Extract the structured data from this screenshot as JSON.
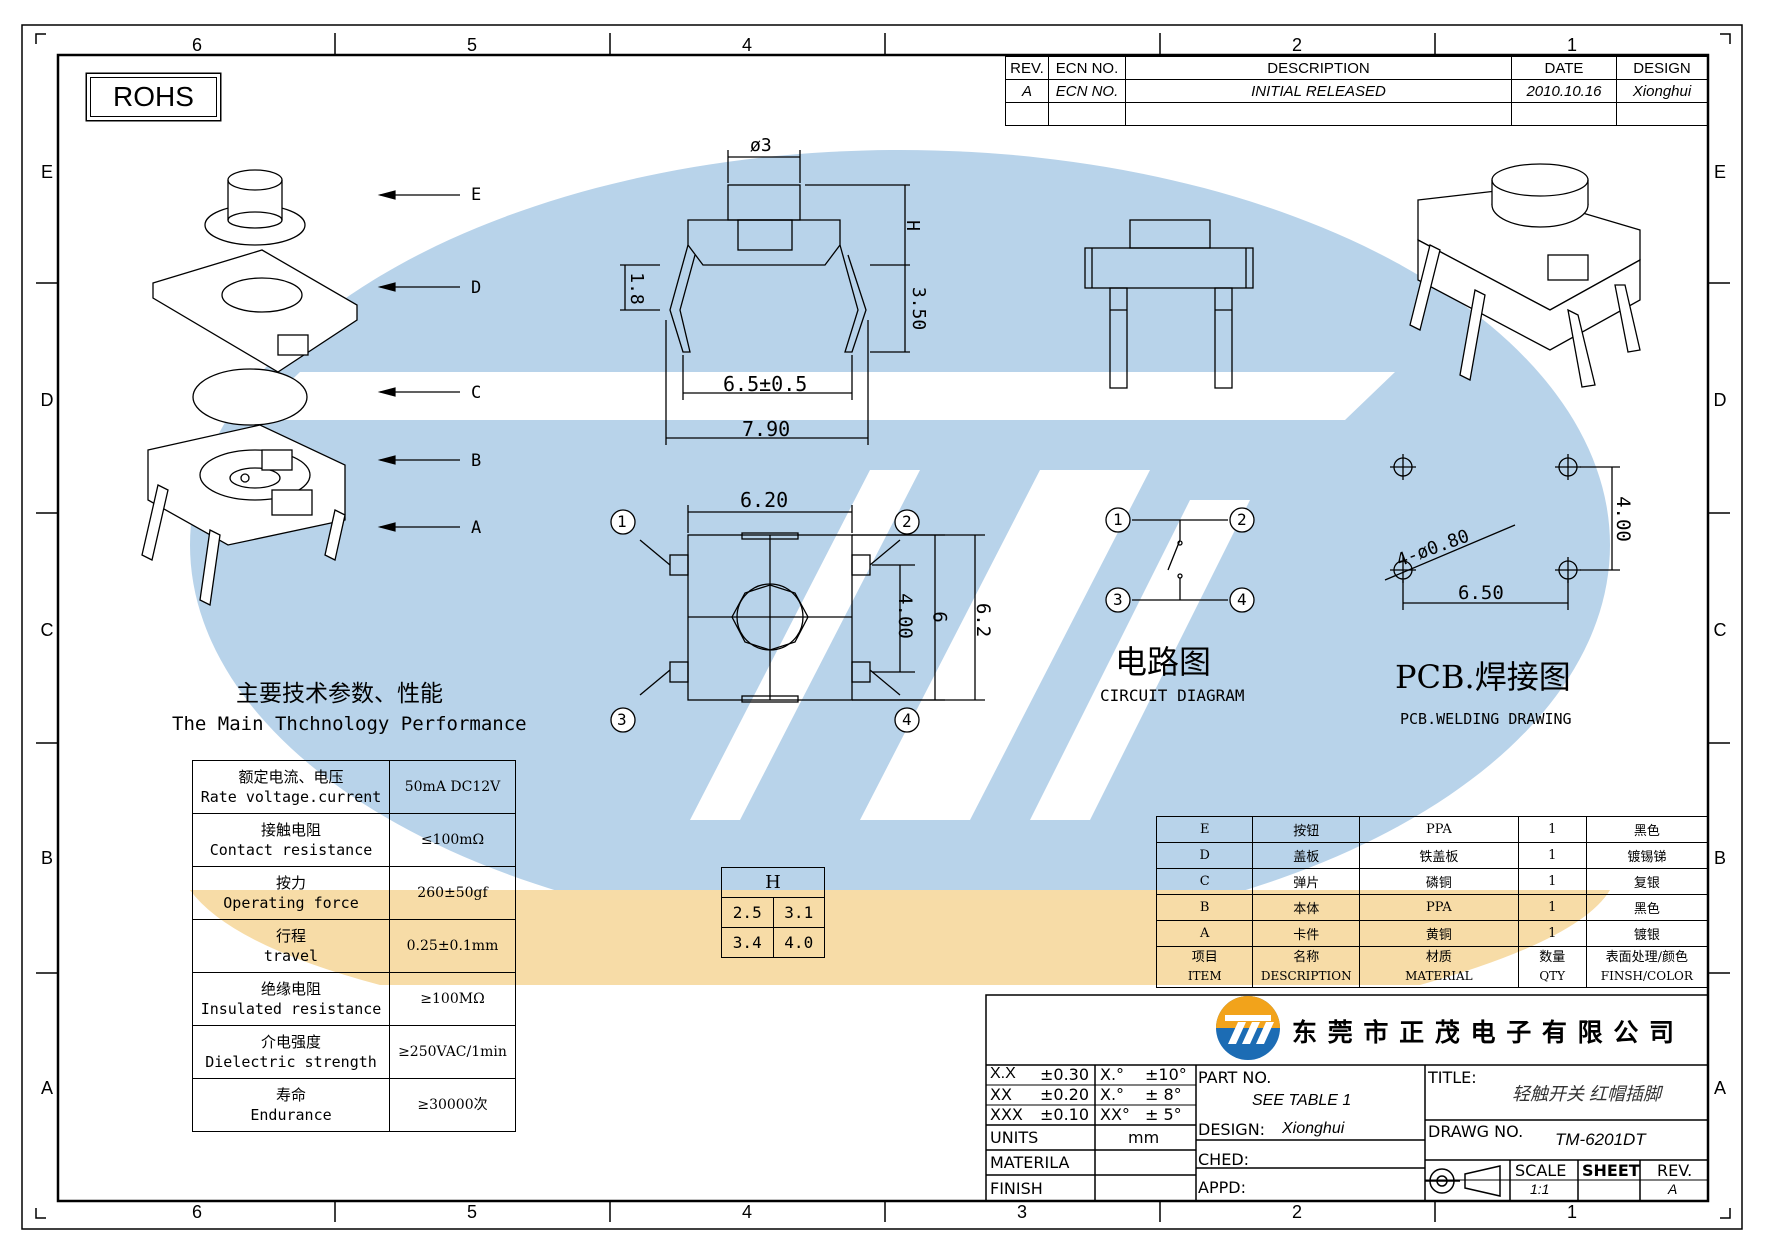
{
  "zone_cols": [
    "6",
    "5",
    "4",
    "3",
    "2",
    "1"
  ],
  "zone_rows": [
    "E",
    "D",
    "C",
    "B",
    "A"
  ],
  "rohs": "ROHS",
  "rev_block": {
    "headers": [
      "REV.",
      "ECN NO.",
      "DESCRIPTION",
      "DATE",
      "DESIGN"
    ],
    "row": [
      "A",
      "ECN NO.",
      "INITIAL RELEASED",
      "2010.10.16",
      "Xionghui"
    ]
  },
  "exploded_labels": [
    "E",
    "D",
    "C",
    "B",
    "A"
  ],
  "front_view": {
    "dia": "ø3",
    "h": "H",
    "d18": "1.8",
    "d350": "3.50",
    "d65": "6.5±0.5",
    "d790": "7.90"
  },
  "top_view": {
    "d620": "6.20",
    "d400": "4.00",
    "d6": "6",
    "d62": "6.2",
    "pins": [
      "1",
      "2",
      "3",
      "4"
    ]
  },
  "circuit": {
    "pins": [
      "1",
      "2",
      "3",
      "4"
    ],
    "title_cn": "电路图",
    "title_en": "CIRCUIT DIAGRAM"
  },
  "pcb": {
    "hole": "4-ø0.80",
    "d400": "4.00",
    "d650": "6.50",
    "title_cn": "PCB.焊接图",
    "title_en": "PCB.WELDING DRAWING"
  },
  "spec": {
    "title_cn": "主要技术参数、性能",
    "title_en": "The Main Thchnology Performance",
    "rows": [
      {
        "cn": "额定电流、电压",
        "en": "Rate voltage.current",
        "val": "50mA DC12V"
      },
      {
        "cn": "接触电阻",
        "en": "Contact resistance",
        "val": "≤100mΩ"
      },
      {
        "cn": "按力",
        "en": "Operating force",
        "val": "260±50gf"
      },
      {
        "cn": "行程",
        "en": "travel",
        "val": "0.25±0.1mm"
      },
      {
        "cn": "绝缘电阻",
        "en": "Insulated resistance",
        "val": "≥100MΩ"
      },
      {
        "cn": "介电强度",
        "en": "Dielectric strength",
        "val": "≥250VAC/1min"
      },
      {
        "cn": "寿命",
        "en": "Endurance",
        "val": "≥30000次"
      }
    ]
  },
  "h_table": {
    "header": "H",
    "rows": [
      [
        "2.5",
        "3.1"
      ],
      [
        "3.4",
        "4.0"
      ]
    ]
  },
  "bom": {
    "rows": [
      [
        "E",
        "按钮",
        "PPA",
        "1",
        "黑色"
      ],
      [
        "D",
        "盖板",
        "铁盖板",
        "1",
        "镀锡锑"
      ],
      [
        "C",
        "弹片",
        "磷铜",
        "1",
        "复银"
      ],
      [
        "B",
        "本体",
        "PPA",
        "1",
        "黑色"
      ],
      [
        "A",
        "卡件",
        "黄铜",
        "1",
        "镀银"
      ]
    ],
    "header": [
      [
        "项目",
        "ITEM"
      ],
      [
        "名称",
        "DESCRIPTION"
      ],
      [
        "材质",
        "MATERIAL"
      ],
      [
        "数量",
        "QTY"
      ],
      [
        "表面处理/颜色",
        "FINSH/COLOR"
      ]
    ]
  },
  "title_block": {
    "company": "东 莞 市 正 茂 电 子 有 限 公 司",
    "tol": [
      [
        "X.X",
        "±0.30",
        "X.°",
        "±10°"
      ],
      [
        "XX",
        "±0.20",
        "X.°",
        "± 8°"
      ],
      [
        "XXX",
        "±0.10",
        "XX°",
        "± 5°"
      ]
    ],
    "units_label": "UNITS",
    "units_val": "mm",
    "materila": "MATERILA",
    "finish": "FINISH",
    "part_no_label": "PART NO.",
    "part_no_val": "SEE TABLE 1",
    "design_label": "DESIGN:",
    "design_val": "Xionghui",
    "ched": "CHED:",
    "appd": "APPD:",
    "title_label": "TITLE:",
    "title_val": "轻触开关 红帽插脚",
    "drawg_label": "DRAWG NO.",
    "drawg_val": "TM-6201DT",
    "scale_label": "SCALE",
    "scale_val": "1:1",
    "sheet_label": "SHEET",
    "rev_label": "REV.",
    "rev_val": "A"
  },
  "colors": {
    "blue": "#b8d3ea",
    "orange": "#f7dca7",
    "logo_orange": "#f2a31b",
    "logo_blue": "#1c6cb4"
  }
}
